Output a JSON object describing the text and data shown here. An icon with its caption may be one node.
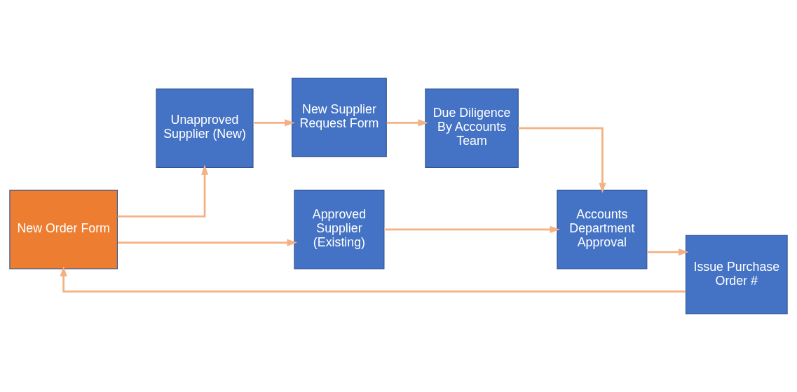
{
  "diagram": {
    "nodes": [
      {
        "text": [
          "New Order Form"
        ]
      },
      {
        "text": [
          "Issue Purchase Order #"
        ]
      },
      {
        "text": [
          "Unapproved Supplier (New)"
        ]
      },
      {
        "text": [
          "New Supplier Request Form"
        ]
      },
      {
        "text": [
          "Due Diligence By Accounts Team"
        ]
      },
      {
        "text": [
          "Accounts Department Approval"
        ]
      },
      {
        "text": [
          "Approved Supplier (Existing)"
        ]
      }
    ],
    "edges": [
      {
        "from": 0,
        "to": 2,
        "arrow": "to"
      },
      {
        "from": 0,
        "to": 6,
        "arrow": "to"
      },
      {
        "from": 2,
        "to": 3,
        "arrow": "to"
      },
      {
        "from": 3,
        "to": 4,
        "arrow": "to"
      },
      {
        "from": 4,
        "to": 5,
        "arrow": "to"
      },
      {
        "from": 6,
        "to": 5,
        "arrow": "to"
      },
      {
        "from": 5,
        "to": 1,
        "arrow": "to"
      },
      {
        "from": 1,
        "to": 0,
        "arrow": "to"
      }
    ]
  }
}
